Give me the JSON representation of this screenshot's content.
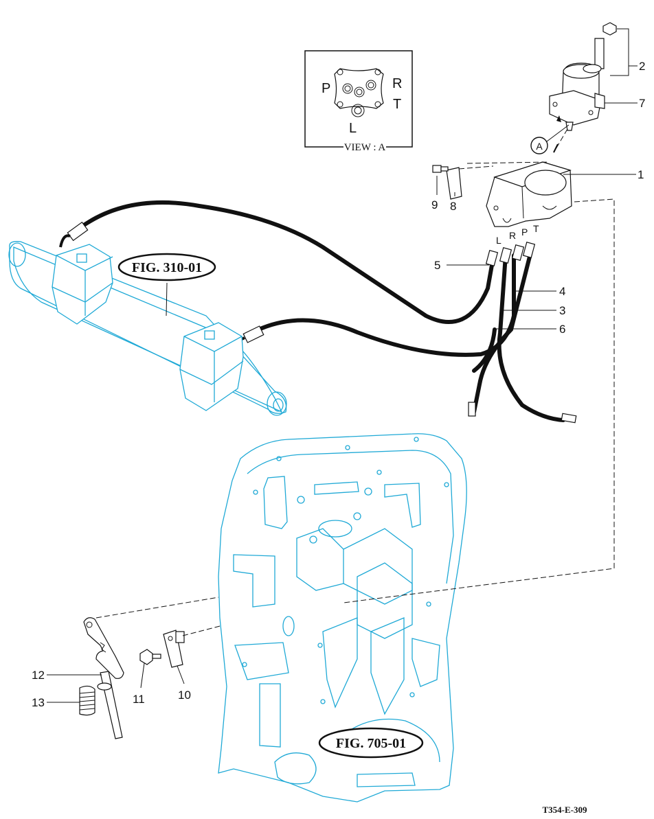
{
  "view_box": {
    "title": "VIEW : A",
    "ports": [
      "P",
      "R",
      "T",
      "L"
    ]
  },
  "callouts": {
    "circle_ref": "A",
    "part_numbers": [
      "1",
      "2",
      "3",
      "4",
      "5",
      "6",
      "7",
      "8",
      "9",
      "10",
      "11",
      "12",
      "13"
    ]
  },
  "hose_port_labels": [
    "L",
    "R",
    "P",
    "T"
  ],
  "figure_refs": {
    "steering_cylinder": "FIG. 310-01",
    "frame": "FIG. 705-01"
  },
  "drawing_code": "T354-E-309",
  "colors": {
    "line": "#111111",
    "reference_assembly": "#1fa9d6",
    "background": "#ffffff"
  }
}
